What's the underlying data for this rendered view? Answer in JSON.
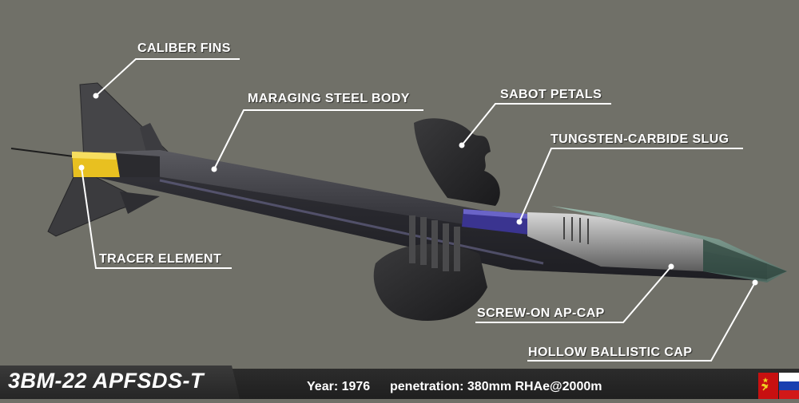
{
  "labels": {
    "caliber_fins": "CALIBER FINS",
    "maraging_steel_body": "MARAGING STEEL BODY",
    "sabot_petals": "SABOT PETALS",
    "tungsten_carbide_slug": "TUNGSTEN-CARBIDE SLUG",
    "tracer_element": "TRACER ELEMENT",
    "screw_on_ap_cap": "SCREW-ON AP-CAP",
    "hollow_ballistic_cap": "HOLLOW BALLISTIC CAP"
  },
  "footer": {
    "title": "3BM-22 APFSDS-T",
    "year": "Year: 1976",
    "penetration": "penetration: 380mm RHAe@2000m"
  },
  "colors": {
    "background": "#707068",
    "tracer": "#e8c020",
    "slug": "#3a3490",
    "ussr_red": "#c81010",
    "russia_white": "#ffffff",
    "russia_blue": "#1a3fb0",
    "russia_red": "#d21818"
  }
}
